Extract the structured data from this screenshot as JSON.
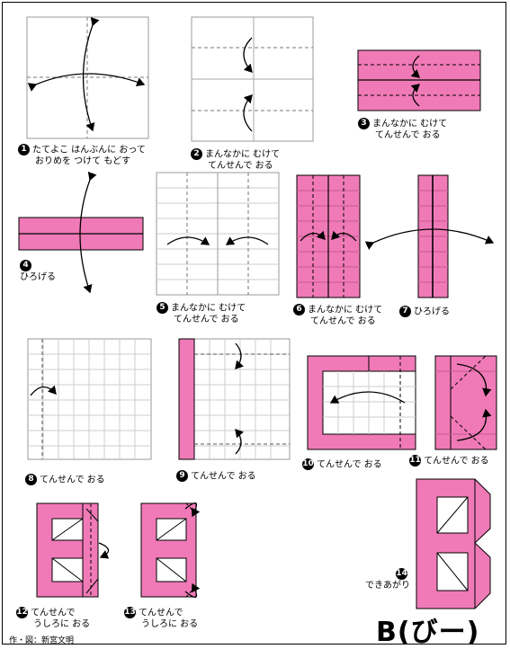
{
  "title": "B(びー)",
  "credit": "作・図：新宮文明",
  "colors": {
    "paper": "#f07ab7",
    "line": "#000000"
  },
  "steps": [
    {
      "n": "1",
      "line1": "たてよこ はんぶんに おって",
      "line2": "おりめを つけて もどす"
    },
    {
      "n": "2",
      "line1": "まんなかに むけて",
      "line2": "てんせんで おる"
    },
    {
      "n": "3",
      "line1": "まんなかに むけて",
      "line2": "てんせんで おる"
    },
    {
      "n": "4",
      "line1": "ひろげる",
      "line2": ""
    },
    {
      "n": "5",
      "line1": "まんなかに むけて",
      "line2": "てんせんで おる"
    },
    {
      "n": "6",
      "line1": "まんなかに むけて",
      "line2": "てんせんで おる"
    },
    {
      "n": "7",
      "line1": "ひろげる",
      "line2": ""
    },
    {
      "n": "8",
      "line1": "てんせんで おる",
      "line2": ""
    },
    {
      "n": "9",
      "line1": "てんせんで おる",
      "line2": ""
    },
    {
      "n": "10",
      "line1": "てんせんで おる",
      "line2": ""
    },
    {
      "n": "11",
      "line1": "てんせんで おる",
      "line2": ""
    },
    {
      "n": "12",
      "line1": "てんせんで",
      "line2": "うしろに おる"
    },
    {
      "n": "13",
      "line1": "てんせんで",
      "line2": "うしろに おる"
    },
    {
      "n": "14",
      "line1": "できあがり",
      "line2": ""
    }
  ]
}
